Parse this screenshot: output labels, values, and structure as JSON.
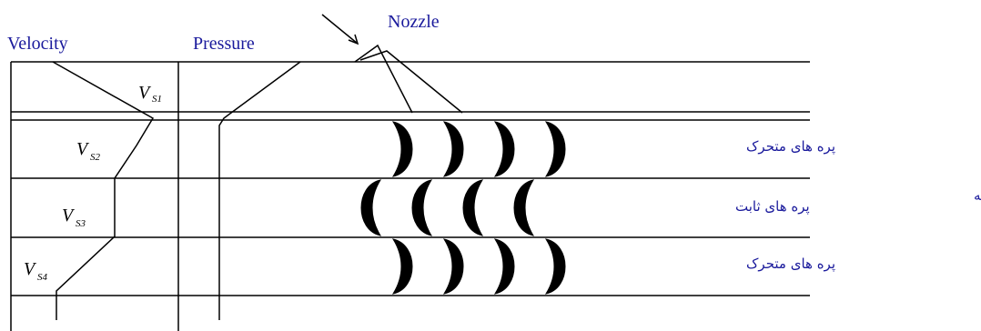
{
  "labels": {
    "velocity": "Velocity",
    "pressure": "Pressure",
    "nozzle": "Nozzle"
  },
  "velocity_symbols": [
    {
      "main": "V",
      "sub": "S1"
    },
    {
      "main": "V",
      "sub": "S2"
    },
    {
      "main": "V",
      "sub": "S3"
    },
    {
      "main": "V",
      "sub": "S4"
    }
  ],
  "rows": {
    "moving_blades_top": "پره های متحرک",
    "fixed_blades": "پره های ثابت",
    "moving_blades_bottom": "پره های متحرک"
  },
  "side_caption": "توربین دو طبقه",
  "colors": {
    "text": "#1a1a9c",
    "lines": "#000000",
    "blades": "#000000"
  }
}
